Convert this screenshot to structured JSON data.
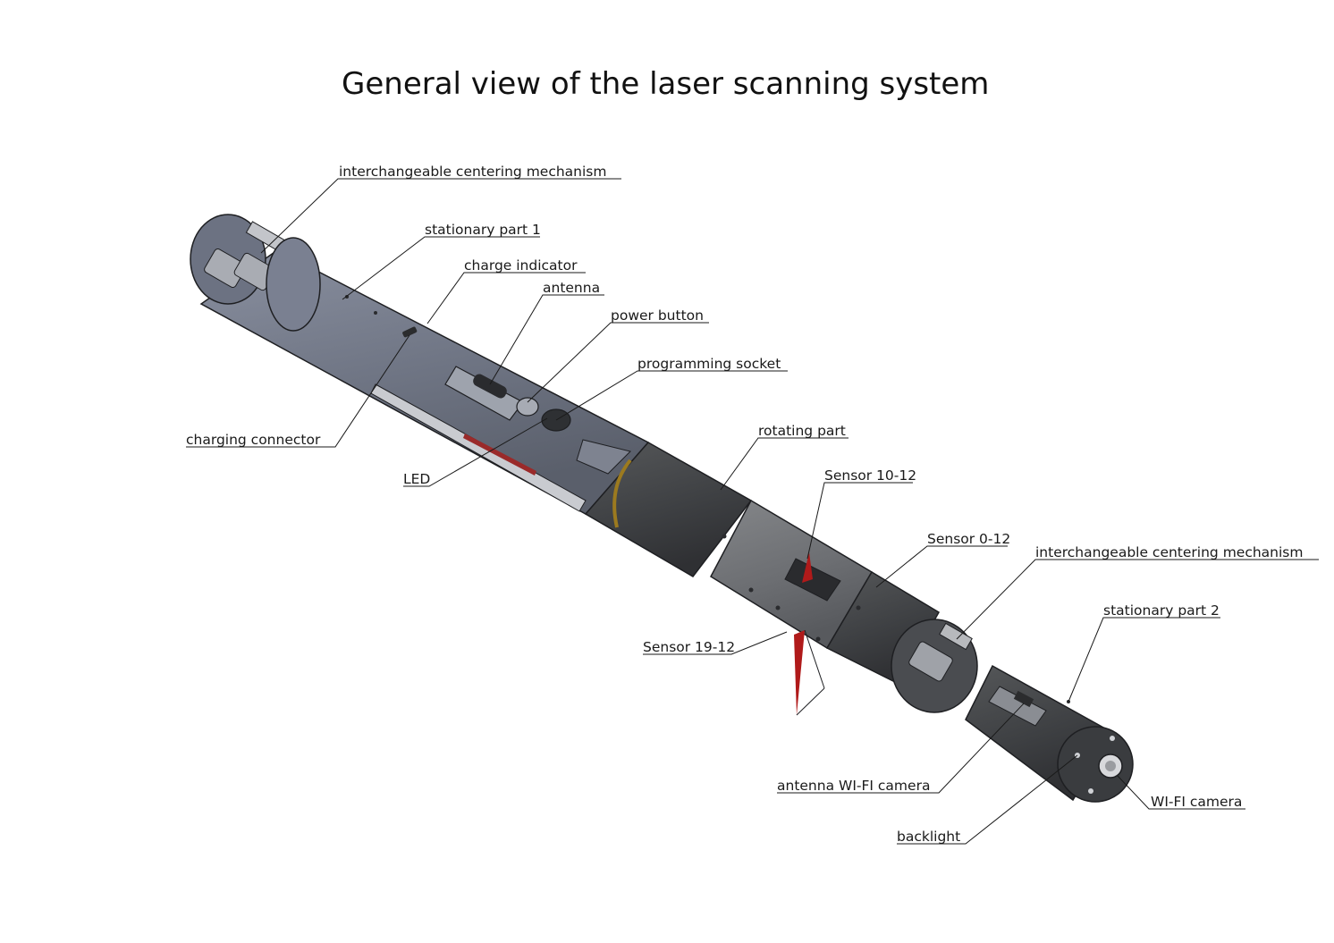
{
  "title": "General view of the laser scanning system",
  "colors": {
    "body_light": "#6f7584",
    "body_dark": "#3f4145",
    "rotating_light": "#6f7175",
    "laser_sheet": "#b01a1a",
    "outline": "#1e1f22"
  },
  "labels": {
    "centering_1": "interchangeable centering mechanism",
    "stationary_1": "stationary part 1",
    "charge_indicator": "charge indicator",
    "antenna": "antenna",
    "power_button": "power button",
    "programming_socket": "programming socket",
    "charging_connector": "charging connector",
    "led": "LED",
    "rotating_part": "rotating part",
    "sensor_10_12": "Sensor 10-12",
    "sensor_0_12": "Sensor 0-12",
    "centering_2": "interchangeable centering mechanism",
    "stationary_2": "stationary part 2",
    "sensor_19_12": "Sensor 19-12",
    "antenna_wifi": "antenna WI-FI camera",
    "wifi_camera": "WI-FI camera",
    "backlight": "backlight"
  }
}
